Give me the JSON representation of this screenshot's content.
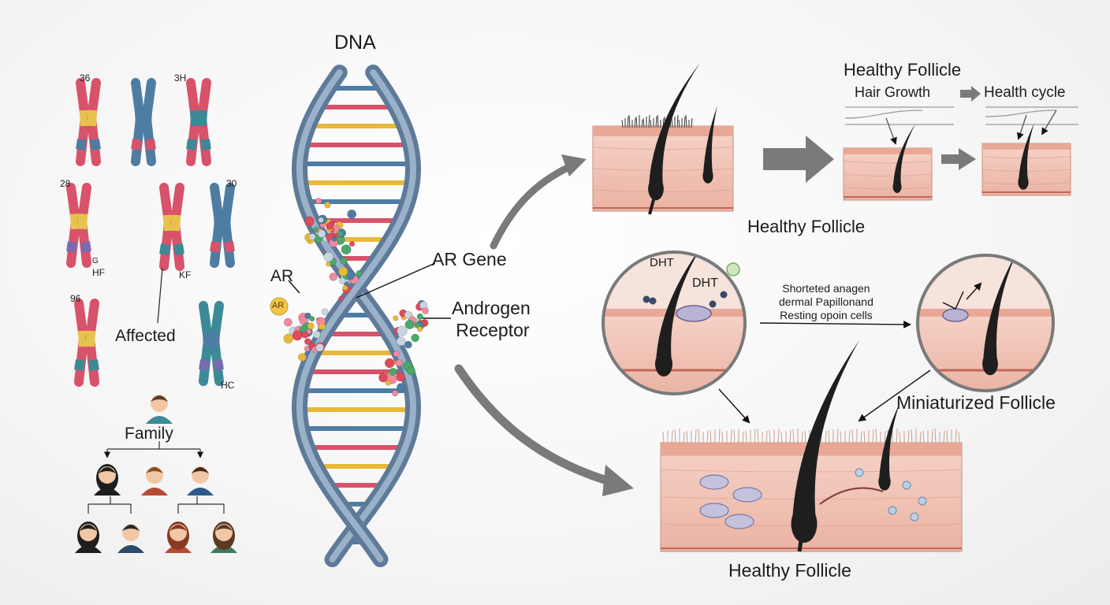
{
  "dna_section": {
    "title": "DNA",
    "ar_label": "AR",
    "ar_badge": "AR",
    "ar_gene_label": "AR Gene",
    "androgen_receptor_lines": [
      "Androgen",
      "Receptor"
    ]
  },
  "chromosomes": {
    "labels": [
      "36",
      "3H",
      "28",
      "30",
      "96",
      "HF",
      "KF",
      "HC",
      "G"
    ],
    "affected_label": "Affected"
  },
  "family": {
    "label": "Family"
  },
  "follicle_top": {
    "title": "Healthy Follicle",
    "hair_growth": "Hair Growth",
    "health_cycle": "Health cycle",
    "caption": "Healthy Follicle"
  },
  "miniaturization": {
    "dht_1": "DHT",
    "dht_2": "DHT",
    "process_lines": [
      "Shorteted anagen",
      "dermal Papillonand",
      "Resting opoin cells"
    ],
    "miniaturized_label": "Miniaturized Follicle",
    "bottom_caption": "Healthy Follicle"
  },
  "colors": {
    "skin": "#f2c4b6",
    "skin_dark": "#e3a594",
    "hair": "#1e1e1e",
    "dna_backbone": "#7d97b4",
    "arrow_gray": "#7a7a7a",
    "chromosome_red": "#d8526a",
    "chromosome_blue": "#4e7da4",
    "chromosome_yellow": "#e8c24e",
    "chromosome_teal": "#3c8a98",
    "chromosome_purple": "#7a6ab0"
  },
  "icons": [
    "person-avatar-icon",
    "gray-arrow-icon",
    "hair-strand-icon",
    "dna-helix-icon"
  ]
}
